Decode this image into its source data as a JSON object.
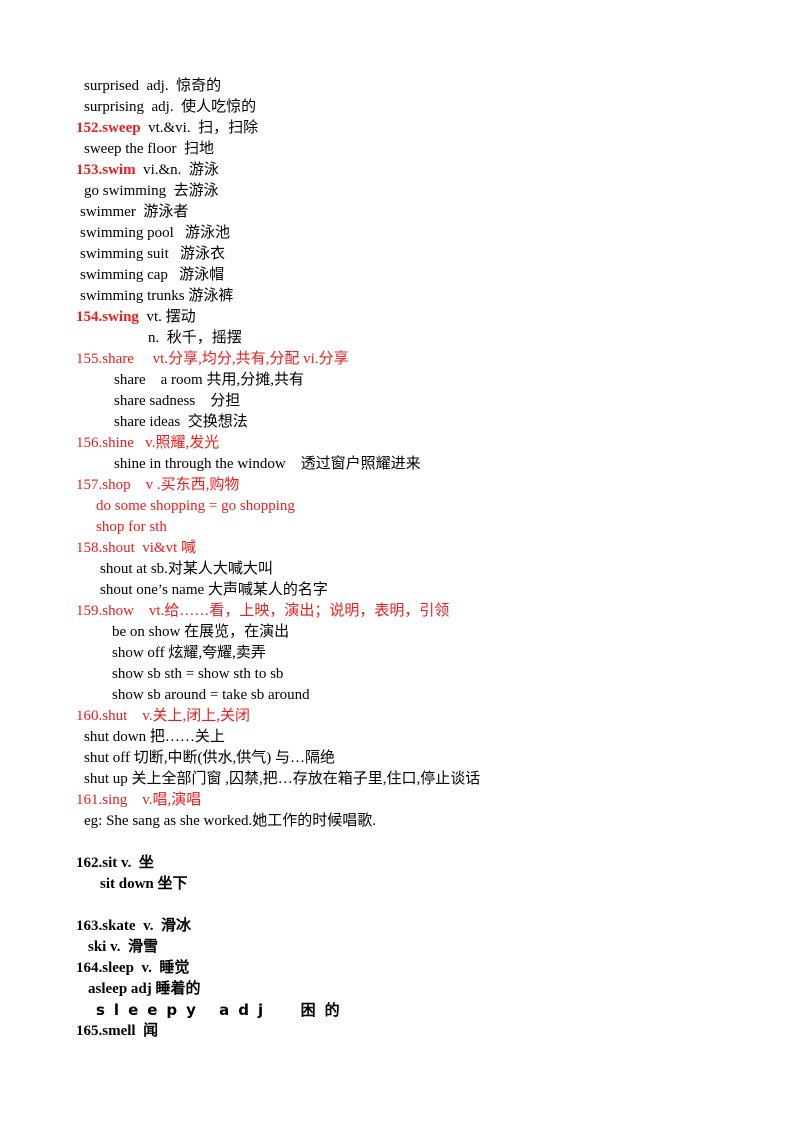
{
  "lines": [
    {
      "text": "surprised  adj.  惊奇的",
      "indent": 84,
      "style": "normal"
    },
    {
      "text": "surprising  adj.  使人吃惊的",
      "indent": 84,
      "style": "normal"
    },
    {
      "text": "152.sweep  vt.&vi.  扫，扫除",
      "indent": 76,
      "style": "red-bold-head",
      "head": "152.sweep",
      "rest": "  vt.&vi.  扫，扫除"
    },
    {
      "text": "sweep the floor  扫地",
      "indent": 84,
      "style": "normal"
    },
    {
      "text": "153.swim  vi.&n.  游泳",
      "indent": 76,
      "style": "red-bold-head",
      "head": "153.swim",
      "rest": "  vi.&n.  游泳"
    },
    {
      "text": "go swimming  去游泳",
      "indent": 84,
      "style": "normal"
    },
    {
      "text": "swimmer  游泳者",
      "indent": 80,
      "style": "normal"
    },
    {
      "text": "swimming pool   游泳池",
      "indent": 80,
      "style": "normal"
    },
    {
      "text": "swimming suit   游泳衣",
      "indent": 80,
      "style": "normal"
    },
    {
      "text": "swimming cap   游泳帽",
      "indent": 80,
      "style": "normal"
    },
    {
      "text": "swimming trunks 游泳裤",
      "indent": 80,
      "style": "normal"
    },
    {
      "text": "154.swing  vt. 摆动",
      "indent": 76,
      "style": "red-bold-head",
      "head": "154.swing",
      "rest": "  vt. 摆动"
    },
    {
      "text": "n.  秋千，摇摆",
      "indent": 148,
      "style": "normal"
    },
    {
      "text": "155.share     vt.分享,均分,共有,分配 vi.分享",
      "indent": 76,
      "style": "red"
    },
    {
      "text": "share    a room 共用,分摊,共有",
      "indent": 114,
      "style": "normal"
    },
    {
      "text": "share sadness    分担",
      "indent": 114,
      "style": "normal"
    },
    {
      "text": "share ideas  交换想法",
      "indent": 114,
      "style": "normal"
    },
    {
      "text": "156.shine   v.照耀,发光",
      "indent": 76,
      "style": "red"
    },
    {
      "text": "shine in through the window    透过窗户照耀进来",
      "indent": 114,
      "style": "normal"
    },
    {
      "text": "157.shop    v .买东西,购物",
      "indent": 76,
      "style": "red"
    },
    {
      "text": "do some shopping = go shopping",
      "indent": 96,
      "style": "red"
    },
    {
      "text": "shop for sth",
      "indent": 96,
      "style": "red"
    },
    {
      "text": "158.shout  vi&vt 喊",
      "indent": 76,
      "style": "red"
    },
    {
      "text": "shout at sb.对某人大喊大叫",
      "indent": 100,
      "style": "normal"
    },
    {
      "text": "shout one’s name 大声喊某人的名字",
      "indent": 100,
      "style": "normal"
    },
    {
      "text": "159.show    vt.给……看，上映，演出；说明，表明，引领",
      "indent": 76,
      "style": "red"
    },
    {
      "text": "be on show 在展览，在演出",
      "indent": 112,
      "style": "normal"
    },
    {
      "text": "show off 炫耀,夸耀,卖弄",
      "indent": 112,
      "style": "normal"
    },
    {
      "text": "show sb sth = show sth to sb",
      "indent": 112,
      "style": "normal"
    },
    {
      "text": "show sb around = take sb around",
      "indent": 112,
      "style": "normal"
    },
    {
      "text": "160.shut    v.关上,闭上,关闭",
      "indent": 76,
      "style": "red"
    },
    {
      "text": "shut down 把……关上",
      "indent": 84,
      "style": "normal"
    },
    {
      "text": "shut off 切断,中断(供水,供气) 与…隔绝",
      "indent": 84,
      "style": "normal"
    },
    {
      "text": "shut up 关上全部门窗 ,囚禁,把…存放在箱子里,住口,停止谈话",
      "indent": 84,
      "style": "normal"
    },
    {
      "text": "161.sing    v.唱,演唱",
      "indent": 76,
      "style": "red"
    },
    {
      "text": "eg: She sang as she worked.她工作的时候唱歌.",
      "indent": 84,
      "style": "normal"
    },
    {
      "text": "",
      "indent": 0,
      "style": "blank"
    },
    {
      "text": "162.sit v.  坐",
      "indent": 76,
      "style": "bold"
    },
    {
      "text": "sit down 坐下",
      "indent": 100,
      "style": "bold"
    },
    {
      "text": "",
      "indent": 0,
      "style": "blank"
    },
    {
      "text": "163.skate  v.  滑冰",
      "indent": 76,
      "style": "bold"
    },
    {
      "text": "ski v.  滑雪",
      "indent": 88,
      "style": "bold"
    },
    {
      "text": "164.sleep  v.  睡觉",
      "indent": 76,
      "style": "bold"
    },
    {
      "text": "asleep adj 睡着的",
      "indent": 88,
      "style": "bold"
    },
    {
      "text": "sleepy adj  困的",
      "indent": 96,
      "style": "spaced"
    },
    {
      "text": "165.smell  闻",
      "indent": 76,
      "style": "bold"
    }
  ]
}
